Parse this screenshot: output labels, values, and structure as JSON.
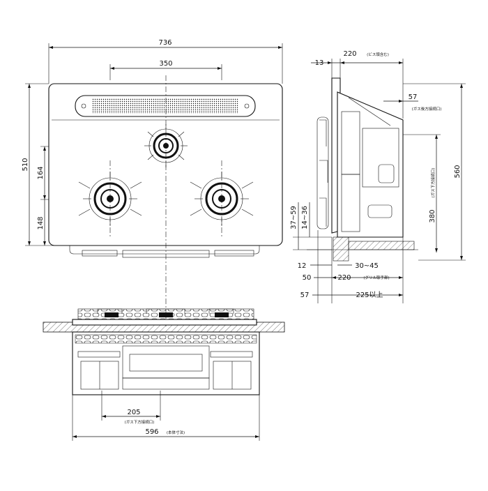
{
  "top_view": {
    "width": "736",
    "burner_pitch": "350",
    "depth": "510",
    "rear_burner_offset": "164",
    "front_burner_offset": "148"
  },
  "side_view": {
    "depth_with_screws": "220",
    "depth_with_screws_note": "(ビス頭含む)",
    "flange": "13",
    "rear_gas_inlet": "57",
    "rear_gas_inlet_note": "(ガス後方接続口)",
    "total_height": "560",
    "lower_gas_height": "380",
    "lower_gas_note": "(ガス下方接続口)",
    "range_a": "37~59",
    "range_b": "14~36",
    "dim_12": "12",
    "range_c": "30~45",
    "dim_50": "50",
    "grill_handle_depth": "220",
    "grill_handle_note": "(グリル取手部)",
    "dim_57": "57",
    "min_depth": "225以上"
  },
  "front_view": {
    "gas_lower_inlet": "205",
    "gas_lower_inlet_note": "(ガス下方接続口)",
    "body_width": "596",
    "body_width_note": "(本体寸法)"
  }
}
